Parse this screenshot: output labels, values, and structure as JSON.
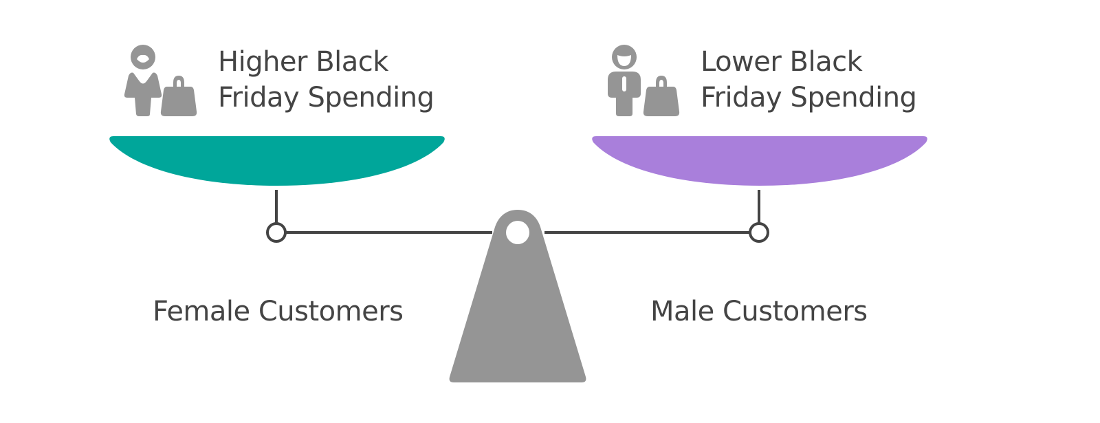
{
  "left": {
    "title_line1": "Higher Black",
    "title_line2": "Friday Spending",
    "group": "Female Customers",
    "pan_color": "#00A69A",
    "icon": "woman-with-shopping-bag-icon"
  },
  "right": {
    "title_line1": "Lower Black",
    "title_line2": "Friday Spending",
    "group": "Male Customers",
    "pan_color": "#A97FDB",
    "icon": "man-with-shopping-bag-icon"
  },
  "colors": {
    "icon": "#959595",
    "line": "#444444",
    "fulcrum": "#959595"
  }
}
